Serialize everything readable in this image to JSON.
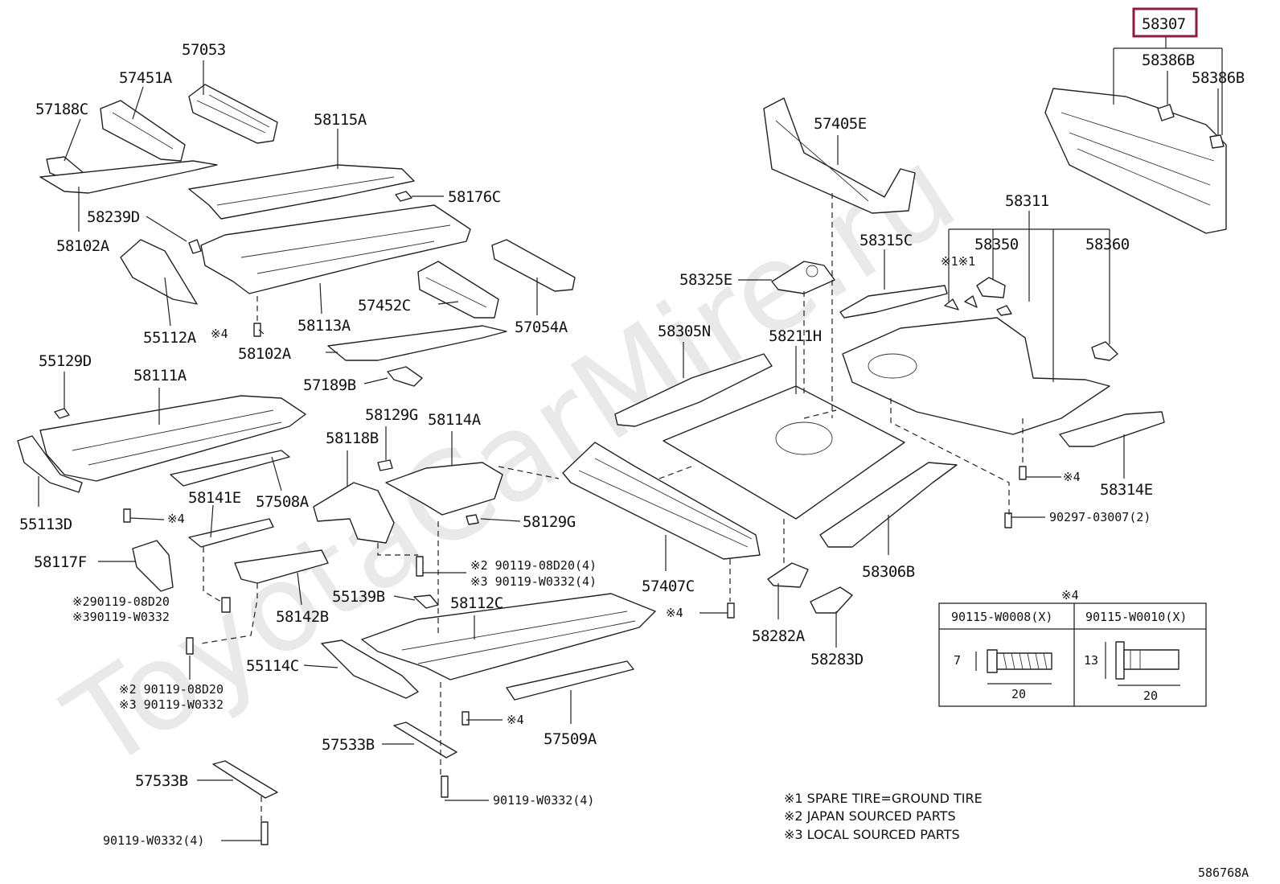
{
  "watermark": "ToyotaCarMire.ru",
  "highlight_label": "58307",
  "figure_id": "586768A",
  "labels": {
    "p57053": "57053",
    "p57451A": "57451A",
    "p57188C": "57188C",
    "p58115A": "58115A",
    "p58176C": "58176C",
    "p58239D": "58239D",
    "p58102A_top": "58102A",
    "p55112A": "55112A",
    "p58113A": "58113A",
    "p57452C": "57452C",
    "p57054A": "57054A",
    "p58102A_mid": "58102A",
    "p57189B": "57189B",
    "p55129D": "55129D",
    "p58111A": "58111A",
    "p55113D": "55113D",
    "p58129G_top": "58129G",
    "p58114A": "58114A",
    "p58118B": "58118B",
    "p58141E": "58141E",
    "p57508A": "57508A",
    "p58117F": "58117F",
    "p58129G_mid": "58129G",
    "p58142B": "58142B",
    "p55139B": "55139B",
    "p58112C": "58112C",
    "p55114C": "55114C",
    "p57509A": "57509A",
    "p57533B_a": "57533B",
    "p57533B_b": "57533B",
    "p57407C": "57407C",
    "p57405E": "57405E",
    "p58325E": "58325E",
    "p58305N": "58305N",
    "p58211H": "58211H",
    "p58315C": "58315C",
    "p58311": "58311",
    "p58350": "58350",
    "p58360": "58360",
    "p58386B_a": "58386B",
    "p58386B_b": "58386B",
    "p58314E": "58314E",
    "p58306B": "58306B",
    "p58282A": "58282A",
    "p58283D": "58283D"
  },
  "bolt_labels": {
    "x4_a": "※4",
    "x4_b": "※4",
    "x4_c": "※4",
    "x4_d": "※4",
    "x4_e": "※4",
    "b90297": "90297-03007(2)",
    "b08d20_a_l1": "※2 90119-08D20(4)",
    "b08d20_a_l2": "※3 90119-W0332(4)",
    "b08d20_b_l1": "※290119-08D20",
    "b08d20_b_l2": "※390119-W0332",
    "b08d20_c_l1": "※2 90119-08D20",
    "b08d20_c_l2": "※3 90119-W0332",
    "bw0332_a": "90119-W0332(4)",
    "bw0332_b": "90119-W0332(4)",
    "x1_pair": "※1※1"
  },
  "legend_table": {
    "marker": "※4",
    "col1": "90115-W0008(X)",
    "col2": "90115-W0010(X)",
    "dim1_h": "7",
    "dim1_w": "20",
    "dim2_h": "13",
    "dim2_w": "20"
  },
  "notes": [
    "※1 SPARE TIRE=GROUND TIRE",
    "※2 JAPAN SOURCED PARTS",
    "※3 LOCAL SOURCED PARTS"
  ]
}
